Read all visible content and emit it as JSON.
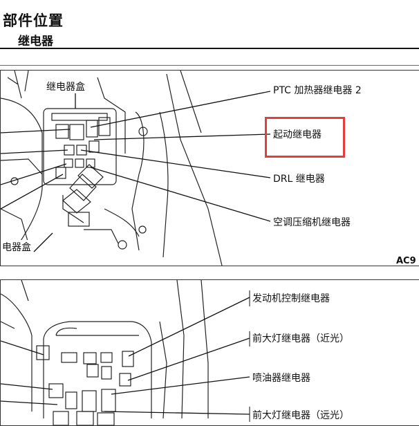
{
  "header": {
    "title": "部件位置",
    "subtitle": "继电器"
  },
  "panel_top": {
    "labels": {
      "relay_box": "继电器盒",
      "relay_box_left": "电器盒",
      "ptc": "PTC 加热器继电器 2",
      "starter": "起动继电器",
      "drl": "DRL 继电器",
      "ac": "空调压缩机继电器"
    },
    "code": "AC9",
    "highlight_color": "#e53c3c"
  },
  "panel_bottom": {
    "labels": {
      "engine": "发动机控制继电器",
      "headlamp_low": "前大灯继电器（近光）",
      "injector": "喷油器继电器",
      "headlamp_high": "前大灯继电器（远光）"
    }
  }
}
